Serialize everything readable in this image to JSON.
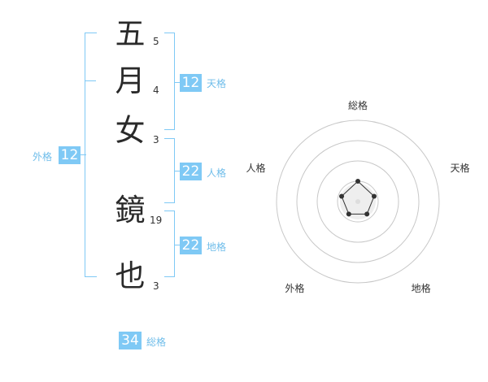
{
  "characters": [
    {
      "char": "五",
      "strokes": "5"
    },
    {
      "char": "月",
      "strokes": "4"
    },
    {
      "char": "女",
      "strokes": "3"
    },
    {
      "char": "鏡",
      "strokes": "19"
    },
    {
      "char": "也",
      "strokes": "3"
    }
  ],
  "kakusu": {
    "tenkaku": {
      "value": "12",
      "label": "天格"
    },
    "jinkaku": {
      "value": "22",
      "label": "人格"
    },
    "chikaku": {
      "value": "22",
      "label": "地格"
    },
    "gaikaku": {
      "value": "12",
      "label": "外格"
    },
    "soukaku": {
      "value": "34",
      "label": "総格"
    }
  },
  "colors": {
    "accent": "#7fc9f5",
    "accent_text": "#6fbdea"
  },
  "chart_data": {
    "type": "radar",
    "axes": [
      "総格",
      "天格",
      "地格",
      "外格",
      "人格"
    ],
    "values": [
      0.25,
      0.21,
      0.19,
      0.19,
      0.21
    ],
    "rings": 4
  }
}
